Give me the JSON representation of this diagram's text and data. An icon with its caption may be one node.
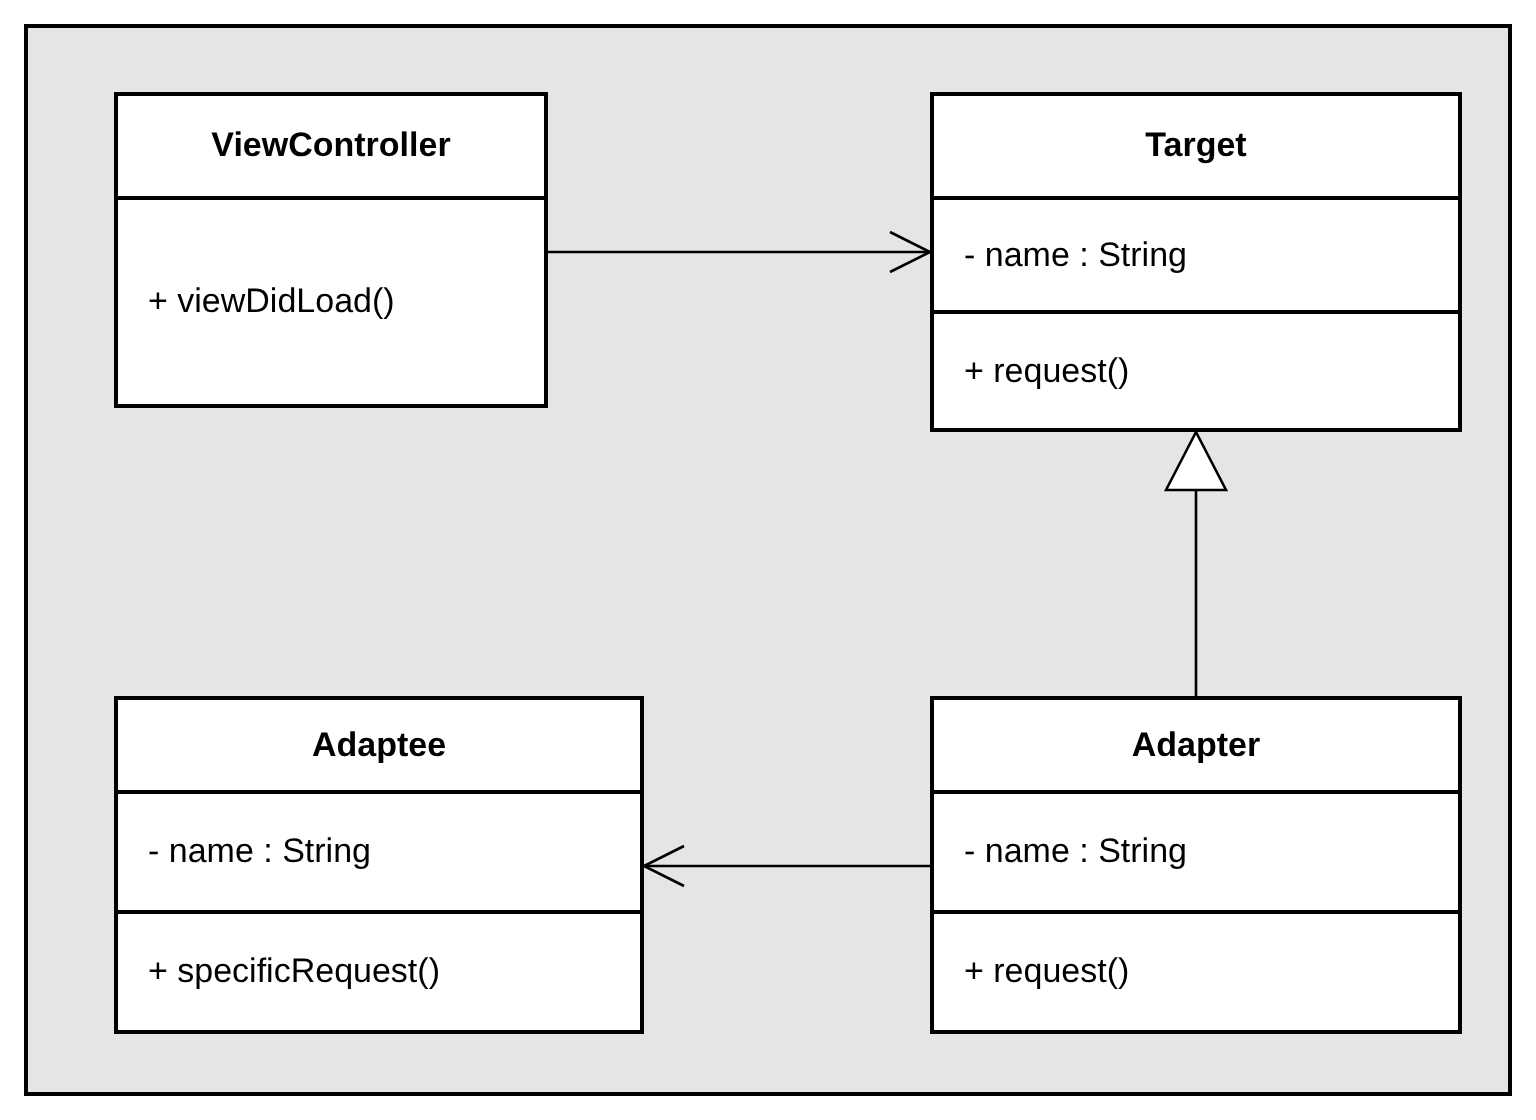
{
  "diagram": {
    "nodes": [
      {
        "text": [
          "ViewController",
          "+ viewDidLoad()"
        ]
      },
      {
        "text": [
          "Target",
          "- name : String",
          "+ request()"
        ]
      },
      {
        "text": [
          "Adaptee",
          "- name : String",
          "+ specificRequest()"
        ]
      },
      {
        "text": [
          "Adapter",
          "- name : String",
          "+ request()"
        ]
      }
    ],
    "edges": [
      {
        "from": 0,
        "to": 1,
        "arrow": "to"
      },
      {
        "from": 3,
        "to": 1,
        "arrow": "to"
      },
      {
        "from": 3,
        "to": 2,
        "arrow": "to"
      }
    ]
  }
}
